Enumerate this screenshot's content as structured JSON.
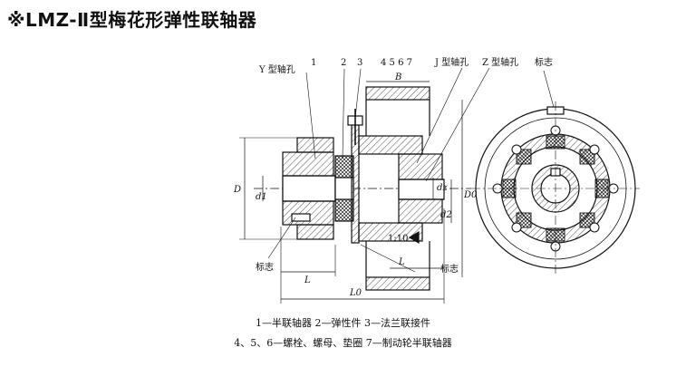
{
  "title": "※LMZ-Ⅱ型梅花形弹性联轴器",
  "labels": {
    "y_hole": "Y 型轴孔",
    "j_hole": "J 型轴孔",
    "z_hole": "Z 型轴孔",
    "mark_top": "标志",
    "mark_left": "标志",
    "mark_bottom": "标志",
    "n1": "1",
    "n2": "2",
    "n3": "3",
    "n4567": "4 5 6 7",
    "B": "B",
    "D": "D",
    "d1": "d1",
    "d2": "d2",
    "dz": "dz",
    "D0": "D0",
    "L": "L",
    "L_right": "L",
    "L0": "L0",
    "taper": "1:10"
  },
  "legend": {
    "line1": "1—半联轴器  2—弹性件  3—法兰联接件",
    "line2": "4、5、6—螺栓、螺母、垫圈  7—制动轮半联轴器"
  }
}
